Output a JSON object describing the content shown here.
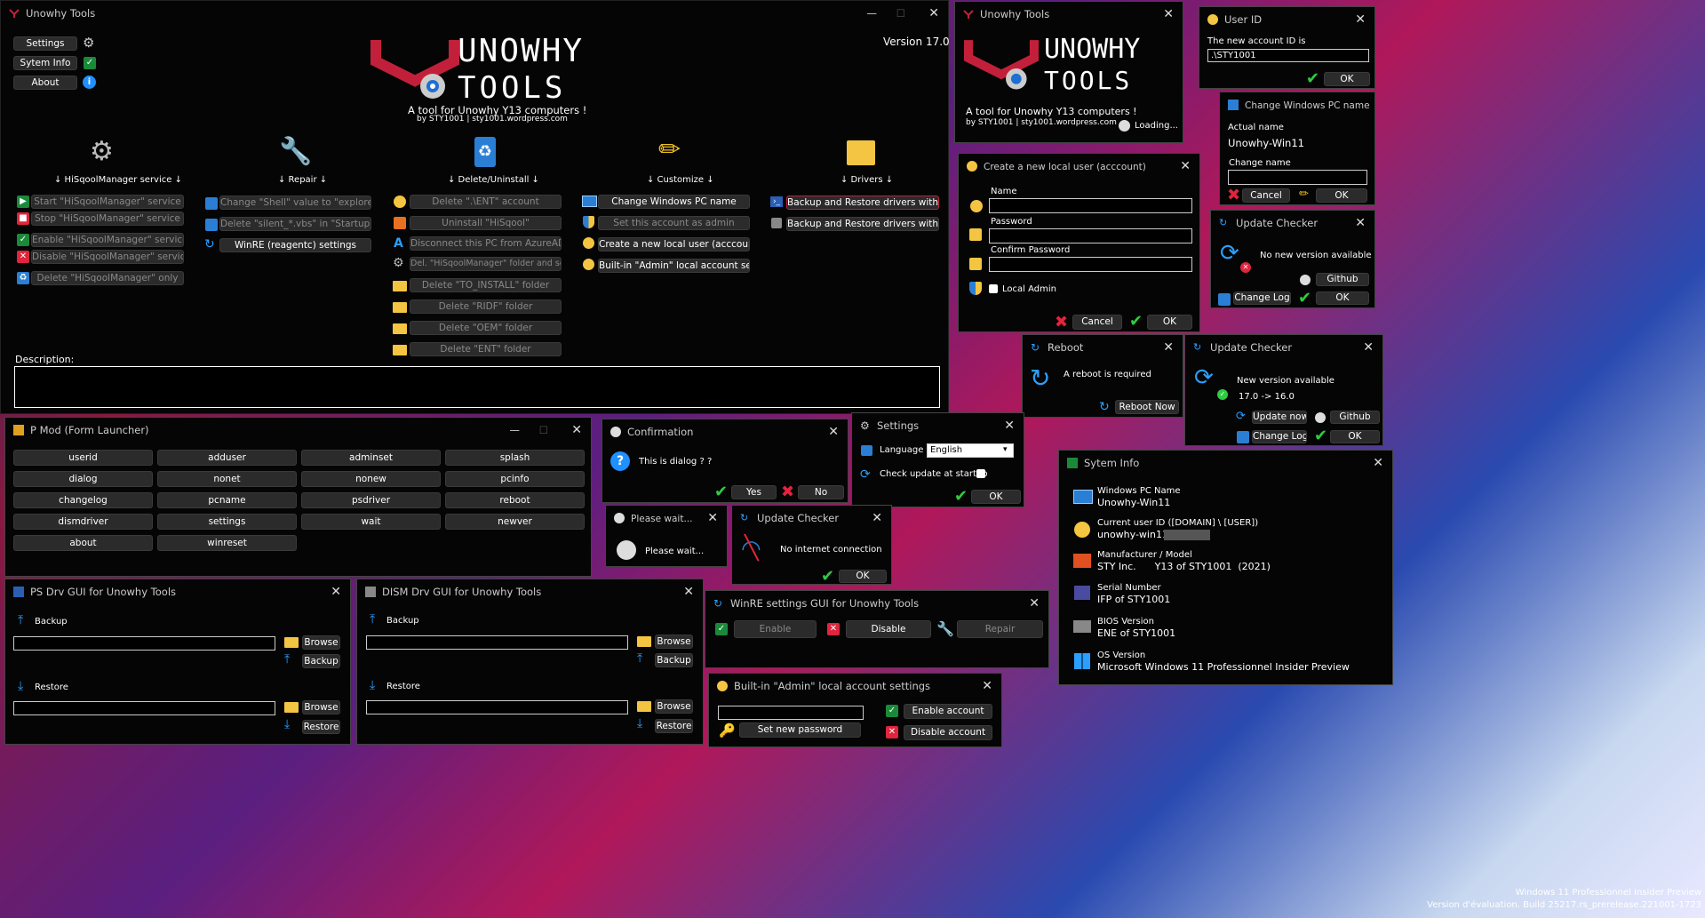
{
  "main": {
    "title": "Unowhy Tools",
    "version": "Version 17.0",
    "brand_line1": "UNOWHY",
    "brand_line2": "TOOLS",
    "tagline": "A tool for Unowhy Y13 computers !",
    "credits": "by STY1001 | sty1001.wordpress.com",
    "side": [
      "Settings",
      "Sytem Info",
      "About"
    ],
    "sections": {
      "hisqool": {
        "title": "↓ HiSqoolManager service ↓",
        "buttons": [
          "Start \"HiSqoolManager\" service",
          "Stop \"HiSqoolManager\" service",
          "Enable \"HiSqoolManager\" service",
          "Disable \"HiSqoolManager\" service",
          "Delete \"HiSqoolManager\" only"
        ]
      },
      "repair": {
        "title": "↓ Repair ↓",
        "buttons": [
          "Change \"Shell\" value to \"explorer.exe\"",
          "Delete \"silent_*.vbs\" in \"Startup\" folder",
          "WinRE (reagentc) settings"
        ]
      },
      "delete": {
        "title": "↓ Delete/Uninstall ↓",
        "buttons": [
          "Delete \".\\ENT\" account",
          "Uninstall \"HiSqool\"",
          "Disconnect this PC from AzureAD",
          "Del. \"HiSqoolManager\" folder and service",
          "Delete \"TO_INSTALL\" folder",
          "Delete \"RIDF\" folder",
          "Delete \"OEM\" folder",
          "Delete \"ENT\" folder"
        ]
      },
      "customize": {
        "title": "↓ Customize ↓",
        "buttons": [
          "Change Windows PC name",
          "Set this account as admin",
          "Create a new local user (acccount)",
          "Built-in \"Admin\" local account settings"
        ]
      },
      "drivers": {
        "title": "↓ Drivers ↓",
        "buttons": [
          "Backup and Restore drivers with PS",
          "Backup and Restore drivers with DISM"
        ]
      }
    },
    "description_label": "Description:"
  },
  "splash": {
    "title": "Unowhy Tools",
    "tagline": "A tool for Unowhy Y13 computers !",
    "credits": "by STY1001 | sty1001.wordpress.com",
    "loading": "Loading..."
  },
  "userid": {
    "title": "User ID",
    "text": "The new account ID is",
    "value": ".\\STY1001",
    "ok": "OK"
  },
  "pcname": {
    "title": "Change Windows PC name",
    "actual_label": "Actual name",
    "actual_value": "Unowhy-Win11",
    "change_label": "Change name",
    "cancel": "Cancel",
    "ok": "OK"
  },
  "newuser": {
    "title": "Create a new local user (acccount)",
    "name": "Name",
    "password": "Password",
    "confirm": "Confirm Password",
    "local_admin": "Local Admin",
    "cancel": "Cancel",
    "ok": "OK"
  },
  "upd_none": {
    "title": "Update Checker",
    "text": "No new version available",
    "github": "Github",
    "changelog": "Change Log",
    "ok": "OK"
  },
  "reboot": {
    "title": "Reboot",
    "text": "A reboot is required",
    "button": "Reboot Now"
  },
  "upd_new": {
    "title": "Update Checker",
    "text": "New version available",
    "versions": "17.0 -> 16.0",
    "update_now": "Update now",
    "github": "Github",
    "changelog": "Change Log",
    "ok": "OK"
  },
  "pmod": {
    "title": "P Mod (Form Launcher)",
    "buttons": [
      "userid",
      "adduser",
      "adminset",
      "splash",
      "dialog",
      "nonet",
      "nonew",
      "pcinfo",
      "changelog",
      "pcname",
      "psdriver",
      "reboot",
      "dismdriver",
      "settings",
      "wait",
      "newver",
      "about",
      "winreset"
    ]
  },
  "confirm": {
    "title": "Confirmation",
    "text": "This is dialog ? ?",
    "yes": "Yes",
    "no": "No"
  },
  "settings": {
    "title": "Settings",
    "language_label": "Language :",
    "language_value": "English",
    "check_update": "Check update at startup",
    "ok": "OK"
  },
  "wait": {
    "title": "Please wait...",
    "text": "Please wait..."
  },
  "upd_nonet": {
    "title": "Update Checker",
    "text": "No internet connection",
    "ok": "OK"
  },
  "sysinfo": {
    "title": "Sytem Info",
    "items": [
      {
        "label": "Windows PC Name",
        "value": "Unowhy-Win11"
      },
      {
        "label": "Current user ID ([DOMAIN] \\ [USER])",
        "value": "unowhy-win11\\"
      },
      {
        "label": "Manufacturer / Model",
        "value": "STY Inc.      Y13 of STY1001  (2021)"
      },
      {
        "label": "Serial Number",
        "value": "IFP of STY1001"
      },
      {
        "label": "BIOS Version",
        "value": "ENE of STY1001"
      },
      {
        "label": "OS Version",
        "value": "Microsoft Windows 11 Professionnel Insider Preview"
      }
    ]
  },
  "psdrv": {
    "title": "PS Drv GUI for Unowhy Tools",
    "backup": "Backup",
    "restore": "Restore",
    "browse": "Browse",
    "backup_btn": "Backup",
    "restore_btn": "Restore"
  },
  "dismdrv": {
    "title": "DISM Drv GUI for Unowhy Tools",
    "backup": "Backup",
    "restore": "Restore",
    "browse": "Browse",
    "backup_btn": "Backup",
    "restore_btn": "Restore"
  },
  "winre": {
    "title": "WinRE settings GUI for Unowhy Tools",
    "enable": "Enable",
    "disable": "Disable",
    "repair": "Repair"
  },
  "admin": {
    "title": "Built-in \"Admin\" local account settings",
    "set_password": "Set new password",
    "enable": "Enable account",
    "disable": "Disable account"
  },
  "watermark": {
    "line1": "Windows 11 Professionnel Insider Preview",
    "line2": "Version d'évaluation. Build 25217.rs_prerelease.221001-1723"
  },
  "colors": {
    "accent": "#c2203a",
    "check": "#2ecc40",
    "x": "#e0253d",
    "link": "#1e90ff"
  }
}
